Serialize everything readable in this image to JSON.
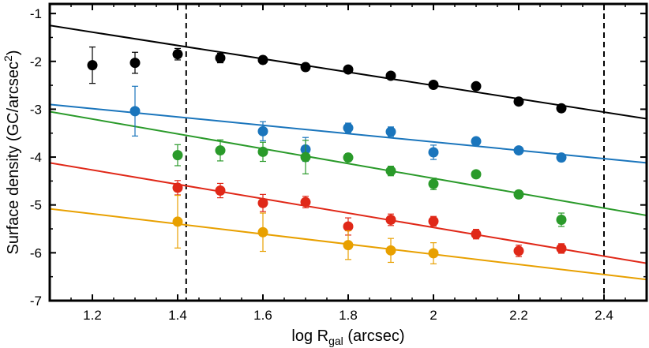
{
  "chart_data": {
    "type": "scatter",
    "xlabel": "log R",
    "xlabel_sub": "gal",
    "xlabel_suffix": " (arcsec)",
    "ylabel": "Surface density (GC/arcsec",
    "ylabel_sup": "2",
    "ylabel_suffix": ")",
    "xlim": [
      1.1,
      2.5
    ],
    "ylim": [
      -7,
      -0.8
    ],
    "xticks": [
      1.2,
      1.4,
      1.6,
      1.8,
      2.0,
      2.2,
      2.4
    ],
    "xtick_labels": [
      "1.2",
      "1.4",
      "1.6",
      "1.8",
      "2",
      "2.2",
      "2.4"
    ],
    "yticks": [
      -1,
      -2,
      -3,
      -4,
      -5,
      -6,
      -7
    ],
    "ytick_labels": [
      "-1",
      "-2",
      "-3",
      "-4",
      "-5",
      "-6",
      "-7"
    ],
    "vlines": [
      1.42,
      2.4
    ],
    "grid": false,
    "series": [
      {
        "color": "#000000",
        "fit": [
          [
            1.1,
            -1.25
          ],
          [
            2.5,
            -3.2
          ]
        ],
        "points": [
          {
            "x": 1.2,
            "y": -2.08,
            "err": 0.38
          },
          {
            "x": 1.3,
            "y": -2.03,
            "err": 0.22
          },
          {
            "x": 1.4,
            "y": -1.85,
            "err": 0.12
          },
          {
            "x": 1.5,
            "y": -1.93,
            "err": 0.1
          },
          {
            "x": 1.6,
            "y": -1.97,
            "err": 0.08
          },
          {
            "x": 1.7,
            "y": -2.12,
            "err": 0.07
          },
          {
            "x": 1.8,
            "y": -2.17,
            "err": 0.06
          },
          {
            "x": 1.9,
            "y": -2.3,
            "err": 0.05
          },
          {
            "x": 2.0,
            "y": -2.49,
            "err": 0.05
          },
          {
            "x": 2.1,
            "y": -2.52,
            "err": 0.05
          },
          {
            "x": 2.2,
            "y": -2.84,
            "err": 0.06
          },
          {
            "x": 2.3,
            "y": -2.98,
            "err": 0.07
          }
        ]
      },
      {
        "color": "#1a75bc",
        "fit": [
          [
            1.1,
            -2.9
          ],
          [
            2.5,
            -4.12
          ]
        ],
        "points": [
          {
            "x": 1.3,
            "y": -3.04,
            "err": 0.52
          },
          {
            "x": 1.6,
            "y": -3.46,
            "err": 0.2
          },
          {
            "x": 1.7,
            "y": -3.84,
            "err": 0.25
          },
          {
            "x": 1.8,
            "y": -3.39,
            "err": 0.1
          },
          {
            "x": 1.9,
            "y": -3.47,
            "err": 0.1
          },
          {
            "x": 2.0,
            "y": -3.9,
            "err": 0.15
          },
          {
            "x": 2.1,
            "y": -3.67,
            "err": 0.07
          },
          {
            "x": 2.2,
            "y": -3.86,
            "err": 0.07
          },
          {
            "x": 2.3,
            "y": -4.01,
            "err": 0.07
          }
        ]
      },
      {
        "color": "#2a9a2a",
        "fit": [
          [
            1.1,
            -3.05
          ],
          [
            2.5,
            -5.22
          ]
        ],
        "points": [
          {
            "x": 1.4,
            "y": -3.96,
            "err": 0.22
          },
          {
            "x": 1.5,
            "y": -3.86,
            "err": 0.22
          },
          {
            "x": 1.6,
            "y": -3.89,
            "err": 0.2
          },
          {
            "x": 1.7,
            "y": -4.0,
            "err": 0.35
          },
          {
            "x": 1.8,
            "y": -4.01,
            "err": 0.08
          },
          {
            "x": 1.9,
            "y": -4.29,
            "err": 0.1
          },
          {
            "x": 2.0,
            "y": -4.56,
            "err": 0.12
          },
          {
            "x": 2.1,
            "y": -4.36,
            "err": 0.04
          },
          {
            "x": 2.2,
            "y": -4.78,
            "err": 0.08
          },
          {
            "x": 2.3,
            "y": -5.31,
            "err": 0.14
          }
        ]
      },
      {
        "color": "#e02818",
        "fit": [
          [
            1.1,
            -4.12
          ],
          [
            2.5,
            -6.22
          ]
        ],
        "points": [
          {
            "x": 1.4,
            "y": -4.64,
            "err": 0.15
          },
          {
            "x": 1.5,
            "y": -4.7,
            "err": 0.15
          },
          {
            "x": 1.6,
            "y": -4.96,
            "err": 0.18
          },
          {
            "x": 1.7,
            "y": -4.94,
            "err": 0.12
          },
          {
            "x": 1.8,
            "y": -5.45,
            "err": 0.18
          },
          {
            "x": 1.9,
            "y": -5.31,
            "err": 0.12
          },
          {
            "x": 2.0,
            "y": -5.34,
            "err": 0.1
          },
          {
            "x": 2.1,
            "y": -5.61,
            "err": 0.1
          },
          {
            "x": 2.2,
            "y": -5.96,
            "err": 0.12
          },
          {
            "x": 2.3,
            "y": -5.91,
            "err": 0.1
          }
        ]
      },
      {
        "color": "#e8a000",
        "fit": [
          [
            1.1,
            -5.08
          ],
          [
            2.5,
            -6.56
          ]
        ],
        "points": [
          {
            "x": 1.4,
            "y": -5.35,
            "err": 0.55
          },
          {
            "x": 1.6,
            "y": -5.57,
            "err": 0.4
          },
          {
            "x": 1.8,
            "y": -5.84,
            "err": 0.3
          },
          {
            "x": 1.9,
            "y": -5.95,
            "err": 0.25
          },
          {
            "x": 2.0,
            "y": -6.01,
            "err": 0.22
          }
        ]
      }
    ]
  }
}
